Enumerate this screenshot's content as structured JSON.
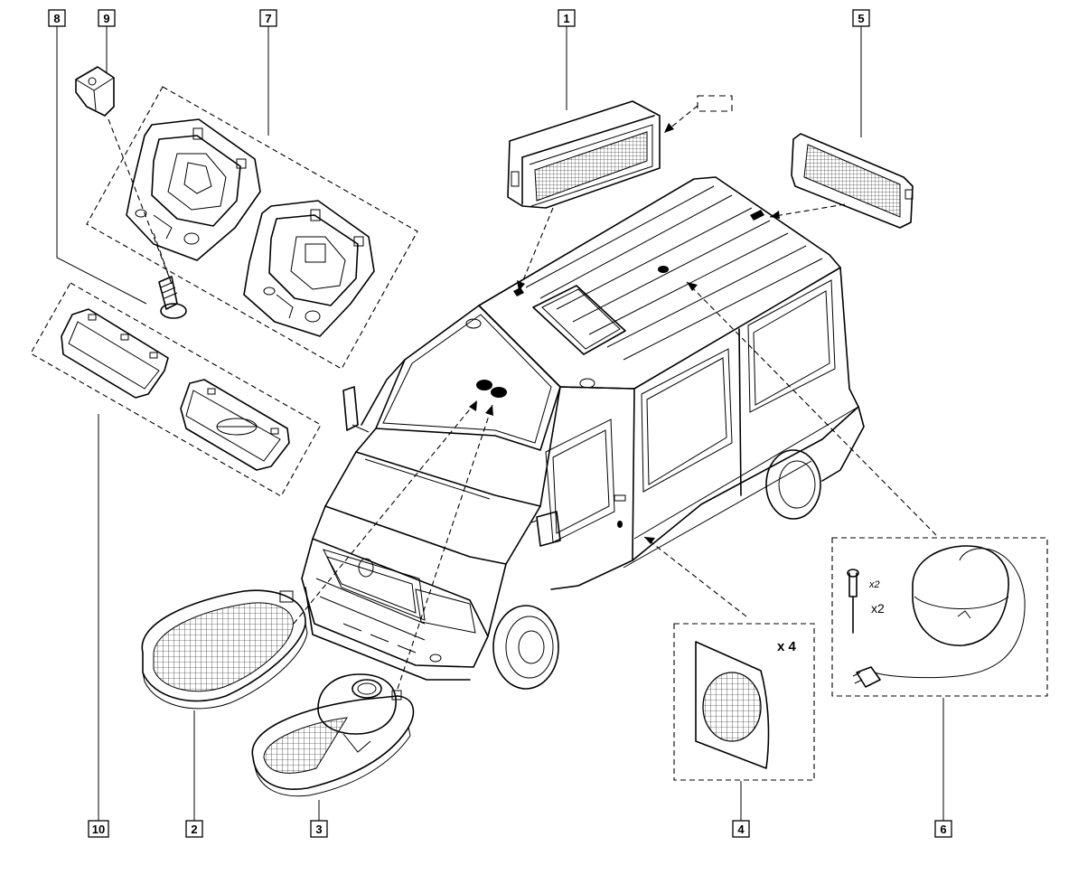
{
  "callouts": [
    {
      "label": "1"
    },
    {
      "label": "2"
    },
    {
      "label": "3"
    },
    {
      "label": "4"
    },
    {
      "label": "5"
    },
    {
      "label": "6"
    },
    {
      "label": "7"
    },
    {
      "label": "8"
    },
    {
      "label": "9"
    },
    {
      "label": "10"
    }
  ],
  "annotations": {
    "grille_quantity": "x 4",
    "rivet_quantity_faded": "x2",
    "rivet_quantity": "x2"
  },
  "colors": {
    "ink": "#000000",
    "background": "#ffffff"
  }
}
